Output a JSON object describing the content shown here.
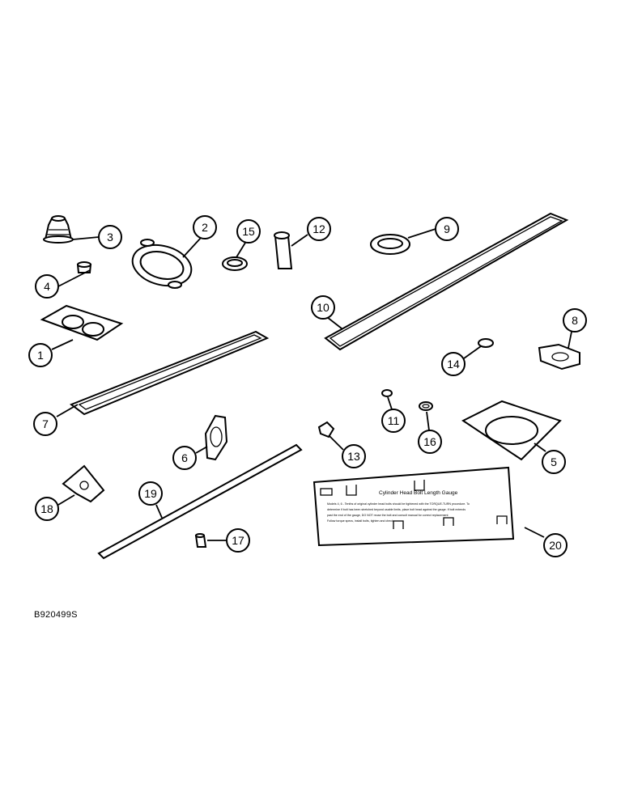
{
  "callouts": [
    "1",
    "2",
    "3",
    "4",
    "5",
    "6",
    "7",
    "8",
    "9",
    "10",
    "11",
    "12",
    "13",
    "14",
    "15",
    "16",
    "17",
    "18",
    "19",
    "20"
  ],
  "gauge": {
    "title": "Cylinder Head Bolt Length Gauge",
    "body_lines": [
      "Models 4, 6 - Tenths of original cylinder head bolts should be tightened with the TORQUE-TURN procedure. To",
      "determine if bolt has been stretched beyond usable limits, place bolt head against the gauge. If bolt extends",
      "past the end of the gauge, DO NOT reuse the bolt and consult manual for correct replacement",
      "Follow torque specs, install bolts, tighten and check."
    ]
  },
  "figure_id": "B920499S"
}
